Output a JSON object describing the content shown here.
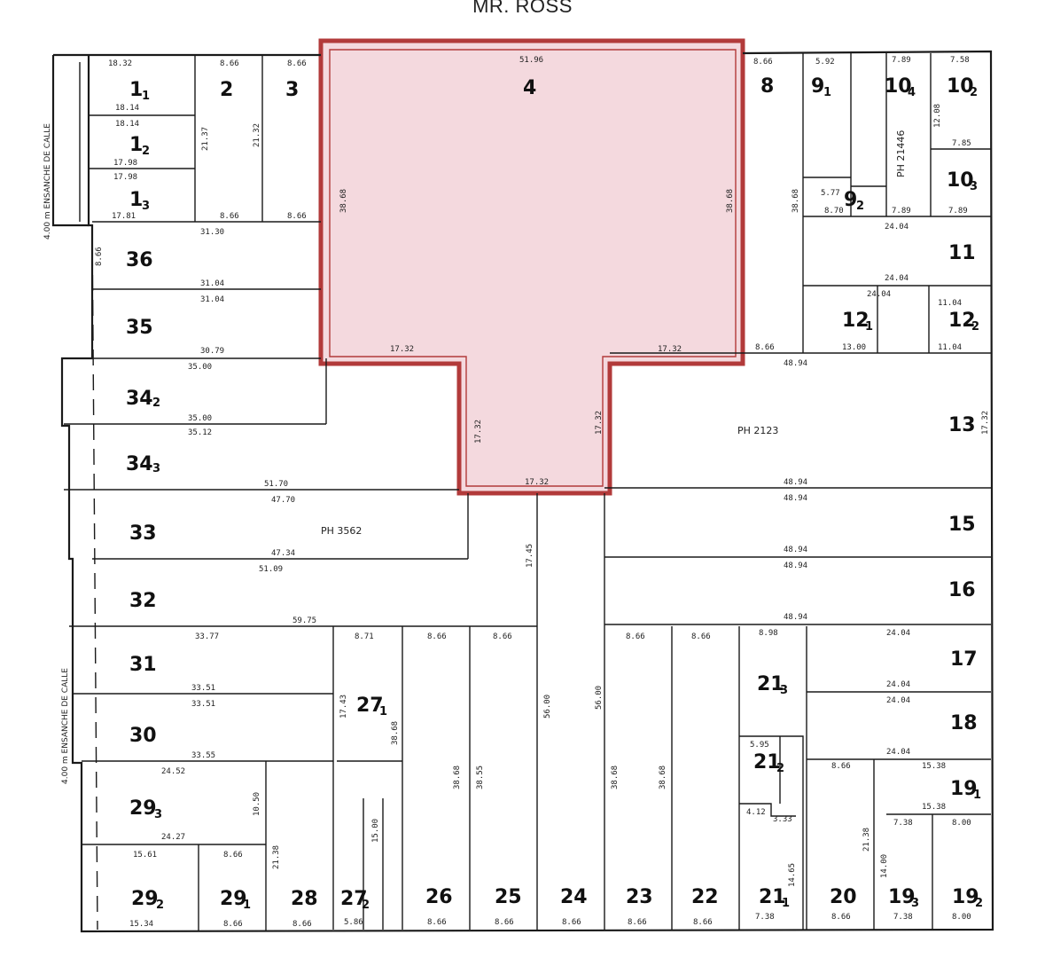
{
  "street_top": "MR. ROSS",
  "side_street_upper": "4.00 m ENSANCHE DE CALLE",
  "side_street_lower": "4.00 m ENSANCHE DE CALLE",
  "highlight": {
    "lot": "4",
    "fill": "#f4d9de",
    "stroke": "#b23a3a"
  },
  "ph_labels": {
    "ph2123": "PH 2123",
    "ph3562": "PH 3562",
    "ph21446": "PH 21446"
  },
  "lots": {
    "l1_1": "1",
    "l1_2": "1",
    "l1_3": "1",
    "l2": "2",
    "l3": "3",
    "l4": "4",
    "l8": "8",
    "l9_1": "9",
    "l9_2": "9",
    "l10_4": "10",
    "l10_2": "10",
    "l10_3": "10",
    "l11": "11",
    "l12_1": "12",
    "l12_2": "12",
    "l13": "13",
    "l15": "15",
    "l16": "16",
    "l17": "17",
    "l18": "18",
    "l19_1": "19",
    "l19_3": "19",
    "l19_2": "19",
    "l20": "20",
    "l21_1": "21",
    "l21_2": "21",
    "l21_3": "21",
    "l22": "22",
    "l23": "23",
    "l24": "24",
    "l25": "25",
    "l26": "26",
    "l27_1": "27",
    "l27_2": "27",
    "l28": "28",
    "l29_1": "29",
    "l29_2": "29",
    "l29_3": "29",
    "l30": "30",
    "l31": "31",
    "l32": "32",
    "l33": "33",
    "l34_2": "34",
    "l34_3": "34",
    "l35": "35",
    "l36": "36"
  },
  "subs": {
    "s1_1": "1",
    "s1_2": "2",
    "s1_3": "3",
    "s9_1": "1",
    "s9_2": "2",
    "s10_4": "4",
    "s10_2": "2",
    "s10_3": "3",
    "s12_1": "1",
    "s12_2": "2",
    "s19_1": "1",
    "s19_3": "3",
    "s19_2": "2",
    "s21_1": "1",
    "s21_2": "2",
    "s21_3": "3",
    "s27_1": "1",
    "s27_2": "2",
    "s29_1": "1",
    "s29_2": "2",
    "s29_3": "3",
    "s34_2": "2",
    "s34_3": "3"
  },
  "measures": {
    "m_top_4": "51.96",
    "m_l4_left": "38.68",
    "m_l4_right": "38.68",
    "m_l4_step_l": "17.32",
    "m_l4_step_r": "17.32",
    "m_l4_neck_l": "17.32",
    "m_l4_neck_r": "17.32",
    "m_l4_bottom": "17.32",
    "m_1_1_top": "18.32",
    "m_1_1_bot": "18.14",
    "m_1_2_top": "18.14",
    "m_1_2_bot": "17.98",
    "m_1_3_top": "17.98",
    "m_1_3_bot": "17.81",
    "m_2_top": "8.66",
    "m_3_top": "8.66",
    "m_2_bot": "8.66",
    "m_3_bot": "8.66",
    "m_2_side": "21.37",
    "m_3_side": "21.32",
    "m_36_top": "31.30",
    "m_36_bot": "31.04",
    "m_35_top": "31.04",
    "m_35_bot": "30.79",
    "m_34_2_top": "35.00",
    "m_34_2_bot": "35.00",
    "m_34_3_top": "35.12",
    "m_34_3_bot": "51.70",
    "m_33_top": "47.70",
    "m_33_bot": "47.34",
    "m_32_top": "51.09",
    "m_32_bot": "59.75",
    "m_31_top": "33.77",
    "m_31_bot": "33.51",
    "m_30_top": "33.51",
    "m_30_bot": "33.55",
    "m_29_3_top": "24.52",
    "m_29_3_bot": "24.27",
    "m_29_2_top": "15.61",
    "m_29_2_bot": "15.34",
    "m_29_1_top": "8.66",
    "m_29_1_bot": "8.66",
    "m_28_bot": "8.66",
    "m_27_2_bot": "5.86",
    "m_27_1_top": "8.71",
    "m_27_1_side": "17.43",
    "m_27_side": "38.68",
    "m_26_top": "8.66",
    "m_25_top": "8.66",
    "m_26_bot": "8.66",
    "m_25_bot": "8.66",
    "m_24_bot": "8.66",
    "m_23_bot": "8.66",
    "m_22_bot": "8.66",
    "m_24_l": "56.00",
    "m_24_r": "56.00",
    "m_24_neck": "17.45",
    "m_23_top": "8.66",
    "m_22_top": "8.66",
    "m_26_side": "38.68",
    "m_25_side": "38.55",
    "m_23_side": "38.68",
    "m_22_side": "38.68",
    "m_8_top": "8.66",
    "m_8_bot": "8.66",
    "m_8_side": "38.68",
    "m_9_1_top": "5.92",
    "m_10_4_top": "7.89",
    "m_10_2_top": "7.58",
    "m_10_2_side": "12.08",
    "m_10_3_top": "7.85",
    "m_10_3_bot": "7.89",
    "m_10_4_bot": "7.89",
    "m_9_2_top": "5.77",
    "m_9_2_bot": "8.70",
    "m_11_top": "24.04",
    "m_11_bot": "24.04",
    "m_12_1_top": "24.04",
    "m_12_1_bot": "13.00",
    "m_12_2_top": "11.04",
    "m_12_2_bot": "11.04",
    "m_13_top": "48.94",
    "m_13_bot": "48.94",
    "m_13_side": "17.32",
    "m_15_top": "48.94",
    "m_15_bot": "48.94",
    "m_16_top": "48.94",
    "m_16_bot": "48.94",
    "m_17_top": "24.04",
    "m_17_bot": "24.04",
    "m_18_top": "24.04",
    "m_18_bot": "24.04",
    "m_19_1_top": "15.38",
    "m_19_1_bot": "15.38",
    "m_19_3_top": "7.38",
    "m_19_3_bot": "7.38",
    "m_19_2_top": "8.00",
    "m_19_2_bot": "8.00",
    "m_20_top": "8.66",
    "m_20_bot": "8.66",
    "m_21_3_top": "8.98",
    "m_21_1_bot": "7.38",
    "m_21_2_top": "5.95",
    "m_21_2_mid": "4.12",
    "m_21_2_r": "3.33",
    "m_side_866": "8.66",
    "m_29_side": "10.50",
    "m_28_side": "21.38",
    "m_27_2_side": "15.00",
    "m_19_side": "14.00",
    "m_21_side": "14.65",
    "m_20_side": "21.38"
  }
}
